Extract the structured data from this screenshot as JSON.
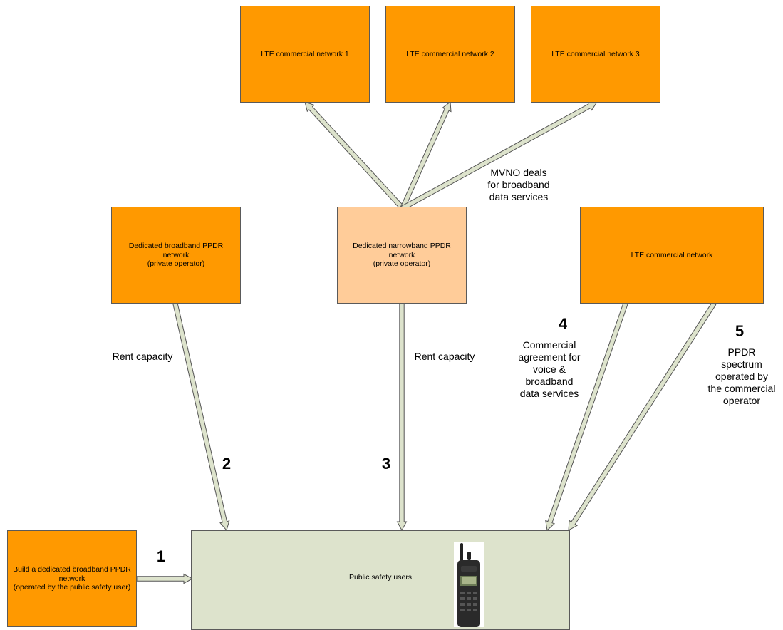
{
  "boxes": {
    "lte1": "LTE commercial network 1",
    "lte2": "LTE commercial network 2",
    "lte3": "LTE commercial network 3",
    "dedicated_broadband": "Dedicated broadband PPDR network\n(private operator)",
    "dedicated_narrowband": "Dedicated narrowband PPDR network\n(private operator)",
    "lte_commercial": "LTE commercial network",
    "build_dedicated": "Build a dedicated broadband PPDR network\n(operated by the public safety user)",
    "public_safety": "Public safety users"
  },
  "labels": {
    "mvno": "MVNO deals\nfor broadband\ndata services",
    "rent_capacity_2": "Rent capacity",
    "rent_capacity_3": "Rent capacity",
    "commercial_agreement": "Commercial\nagreement for\nvoice &\nbroadband\ndata services",
    "ppdr_spectrum": "PPDR\nspectrum\noperated by\nthe commercial\noperator"
  },
  "numbers": {
    "n1": "1",
    "n2": "2",
    "n3": "3",
    "n4": "4",
    "n5": "5"
  },
  "colors": {
    "orange": "#ff9900",
    "peach": "#ffcc99",
    "green": "#dde3cc",
    "arrow_fill": "#dde3cc",
    "arrow_stroke": "#555555"
  },
  "icons": {
    "device": "two-way-radio-handset"
  }
}
